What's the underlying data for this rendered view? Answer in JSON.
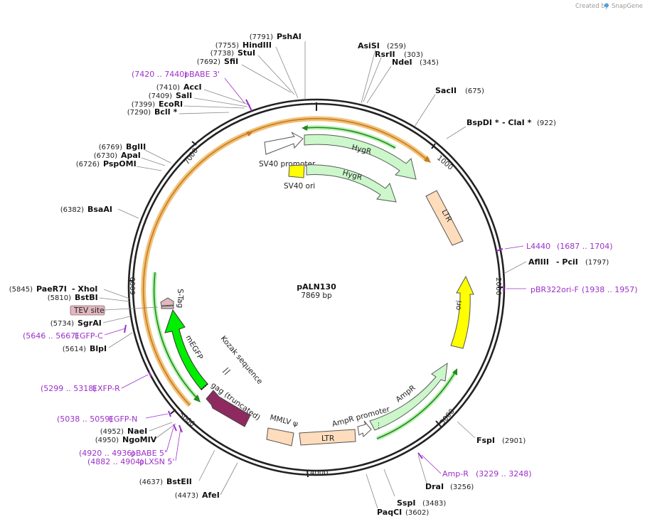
{
  "credit": {
    "text": "Created by",
    "brand": "SnapGene"
  },
  "plasmid": {
    "name": "pALN130",
    "length": "7869 bp"
  },
  "ticks": [
    "1000",
    "2000",
    "3000",
    "4000",
    "5000",
    "6000",
    "7000"
  ],
  "sites": [
    {
      "num": "(7791)",
      "name": "PshAI"
    },
    {
      "num": "(7755)",
      "name": "HindIII"
    },
    {
      "num": "(7738)",
      "name": "StuI"
    },
    {
      "num": "(7692)",
      "name": "SfiI"
    },
    {
      "num": "(7410)",
      "name": "AccI"
    },
    {
      "num": "(7409)",
      "name": "SalI"
    },
    {
      "num": "(7399)",
      "name": "EcoRI"
    },
    {
      "num": "(7290)",
      "name": "BclI *"
    },
    {
      "num": "(6769)",
      "name": "BglII"
    },
    {
      "num": "(6730)",
      "name": "ApaI"
    },
    {
      "num": "(6726)",
      "name": "PspOMI"
    },
    {
      "num": "(6382)",
      "name": "BsaAI"
    },
    {
      "num": "(5845)",
      "name": "PaeR7I",
      "extra": "- XhoI"
    },
    {
      "num": "(5810)",
      "name": "BstBI"
    },
    {
      "num": "(5734)",
      "name": "SgrAI"
    },
    {
      "num": "(5614)",
      "name": "BlpI"
    },
    {
      "num": "(4952)",
      "name": "NaeI"
    },
    {
      "num": "(4950)",
      "name": "NgoMIV"
    },
    {
      "num": "(4637)",
      "name": "BstEII"
    },
    {
      "num": "(4473)",
      "name": "AfeI"
    },
    {
      "num": "(259)",
      "name": "AsiSI"
    },
    {
      "num": "(303)",
      "name": "RsrII"
    },
    {
      "num": "(345)",
      "name": "NdeI"
    },
    {
      "num": "(675)",
      "name": "SacII"
    },
    {
      "num": "(922)",
      "name": "BspDI *",
      "extra": "- ClaI *"
    },
    {
      "num": "(1797)",
      "name": "AflIII",
      "extra": "- PciI"
    },
    {
      "num": "(2901)",
      "name": "FspI"
    },
    {
      "num": "(3256)",
      "name": "DraI"
    },
    {
      "num": "(3483)",
      "name": "SspI"
    },
    {
      "num": "(3602)",
      "name": "PaqCI"
    }
  ],
  "primers": [
    {
      "range": "(7420 .. 7440)",
      "name": "pBABE 3'"
    },
    {
      "range": "(5646 .. 5667)",
      "name": "EGFP-C"
    },
    {
      "range": "(5299 .. 5318)",
      "name": "EXFP-R"
    },
    {
      "range": "(5038 .. 5059)",
      "name": "EGFP-N"
    },
    {
      "range": "(4920 .. 4936)",
      "name": "pBABE 5'"
    },
    {
      "range": "(4882 .. 4904)",
      "name": "pLXSN 5'"
    },
    {
      "range": "(1687 .. 1704)",
      "name": "L4440"
    },
    {
      "range": "(1938 .. 1957)",
      "name": "pBR322ori-F"
    },
    {
      "range": "(3229 .. 3248)",
      "name": "Amp-R"
    }
  ],
  "features": {
    "sv40_promoter": "SV40 promoter",
    "hygr_outer": "HygR",
    "hygr_inner": "HygR",
    "sv40_ori": "SV40 ori",
    "ltr_right": "LTR",
    "ori": "ori",
    "ampr": "AmpR",
    "ampr_promoter": "AmpR promoter",
    "ltr_bottom": "LTR",
    "mmlv_psi": "MMLV ψ",
    "gag": "gag (truncated)",
    "kozak": "Kozak sequence",
    "megfp": "mEGFP",
    "stag": "S-Tag",
    "tev": "TEV site"
  },
  "colors": {
    "backbone": "#222222",
    "primer": "#9b30c8",
    "hygr_fill": "#cbf7cb",
    "orf_green": "#1f8a1f",
    "orange_orf": "#e8a23c",
    "ltr_fill": "#ffdcbc",
    "ori_fill": "#ffff00",
    "megfp_fill": "#00ee00",
    "gag_fill": "#8e2a5f",
    "tev_fill": "#e2b7c0"
  }
}
